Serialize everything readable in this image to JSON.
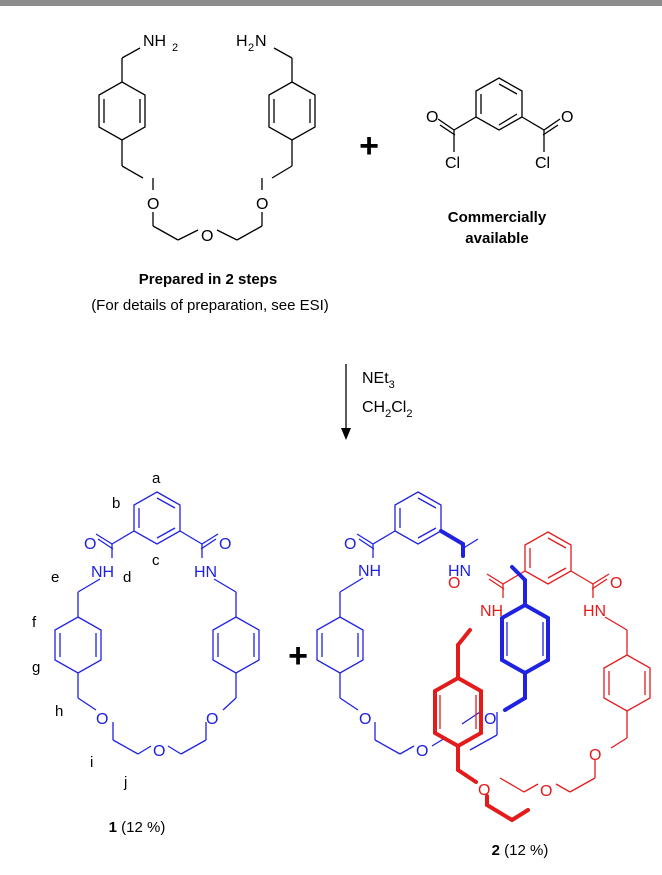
{
  "reactant_left": {
    "nh2_left": "NH",
    "nh2_left_sub": "2",
    "nh2_right_h": "H",
    "nh2_right_sub": "2",
    "nh2_right_n": "N",
    "o_left": "O",
    "o_mid": "O",
    "o_right": "O",
    "caption": "Prepared in 2 steps",
    "note": "(For details of preparation, see ESI)"
  },
  "plus_top": "+",
  "reactant_right": {
    "o_left": "O",
    "cl_left": "Cl",
    "o_right": "O",
    "cl_right": "Cl",
    "caption_line1": "Commercially",
    "caption_line2": "available"
  },
  "conditions": {
    "reagent1": "NEt",
    "reagent1_sub": "3",
    "reagent2_a": "CH",
    "reagent2_sub1": "2",
    "reagent2_b": "Cl",
    "reagent2_sub2": "2"
  },
  "product1": {
    "atoms": {
      "o_left": "O",
      "o_right": "O",
      "nh_left": "NH",
      "nh_right": "HN",
      "o_ether_left": "O",
      "o_ether_mid": "O",
      "o_ether_right": "O"
    },
    "labels": {
      "a": "a",
      "b": "b",
      "c": "c",
      "d": "d",
      "e": "e",
      "f": "f",
      "g": "g",
      "h": "h",
      "i": "i",
      "j": "j"
    },
    "number": "1",
    "yield": " (12 %)"
  },
  "plus_bottom": "+",
  "product2": {
    "blue": {
      "o_carbonyl": "O",
      "nh_left": "NH",
      "hn_right": "HN",
      "o_ether1": "O",
      "o_ether2": "O",
      "o_ether3": "O"
    },
    "red": {
      "o_carbonyl_left": "O",
      "o_carbonyl_right": "O",
      "nh": "NH",
      "hn": "HN",
      "o_ether1": "O",
      "o_ether2": "O",
      "o_ether3": "O"
    },
    "number": "2",
    "yield": " (12 %)"
  },
  "colors": {
    "blue": "#1f22e0",
    "red": "#e31b1b",
    "black": "#000000",
    "rule": "#8c8c8c"
  }
}
